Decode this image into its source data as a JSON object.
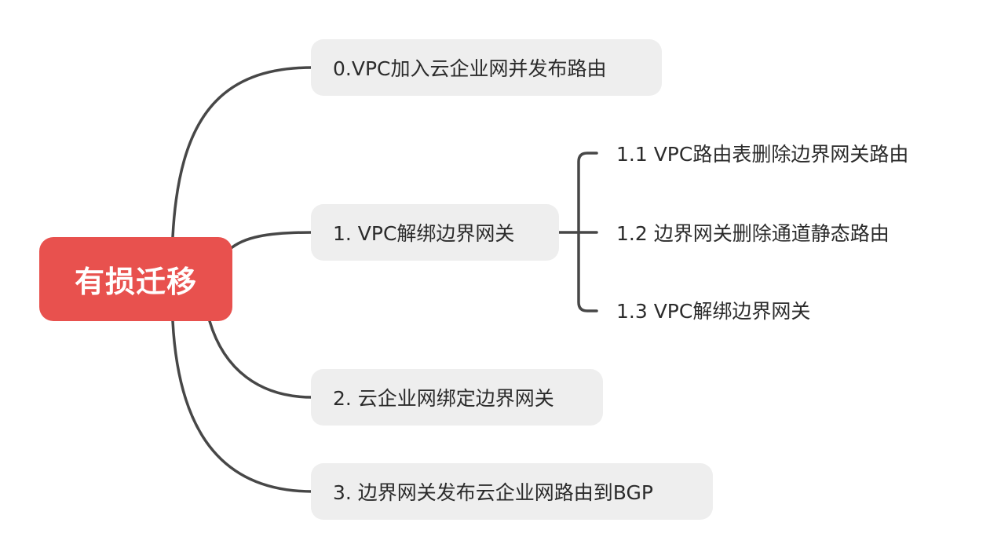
{
  "root": {
    "label": "有损迁移",
    "color": "#e8514e"
  },
  "branches": [
    {
      "label": "0.VPC加入云企业网并发布路由"
    },
    {
      "label": "1. VPC解绑边界网关",
      "children": [
        {
          "label": "1.1 VPC路由表删除边界网关路由"
        },
        {
          "label": "1.2 边界网关删除通道静态路由"
        },
        {
          "label": "1.3 VPC解绑边界网关"
        }
      ]
    },
    {
      "label": "2. 云企业网绑定边界网关"
    },
    {
      "label": "3. 边界网关发布云企业网路由到BGP"
    }
  ],
  "colors": {
    "node_bg": "#eeeeee",
    "line": "#474747",
    "text": "#2b2b2b"
  }
}
